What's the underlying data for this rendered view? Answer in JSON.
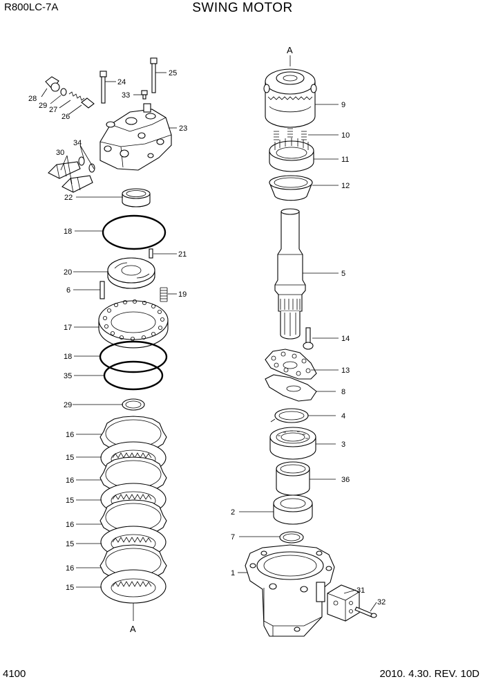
{
  "header": {
    "model": "R800LC-7A",
    "title": "SWING MOTOR"
  },
  "footer": {
    "page": "4100",
    "revision": "2010. 4.30. REV. 10D"
  },
  "labels": {
    "ref_top": "A",
    "ref_bottom": "A",
    "p1": "1",
    "p2": "2",
    "p3": "3",
    "p4": "4",
    "p5": "5",
    "p6": "6",
    "p7": "7",
    "p8": "8",
    "p9": "9",
    "p10": "10",
    "p11": "11",
    "p12": "12",
    "p13": "13",
    "p14": "14",
    "p15a": "15",
    "p15b": "15",
    "p15c": "15",
    "p15d": "15",
    "p16a": "16",
    "p16b": "16",
    "p16c": "16",
    "p16d": "16",
    "p17": "17",
    "p18a": "18",
    "p18b": "18",
    "p19": "19",
    "p20": "20",
    "p21": "21",
    "p22": "22",
    "p23": "23",
    "p24": "24",
    "p25": "25",
    "p26": "26",
    "p27": "27",
    "p28": "28",
    "p29a": "29",
    "p29b": "29",
    "p30": "30",
    "p31": "31",
    "p32": "32",
    "p33": "33",
    "p34": "34",
    "p35": "35",
    "p36": "36"
  }
}
